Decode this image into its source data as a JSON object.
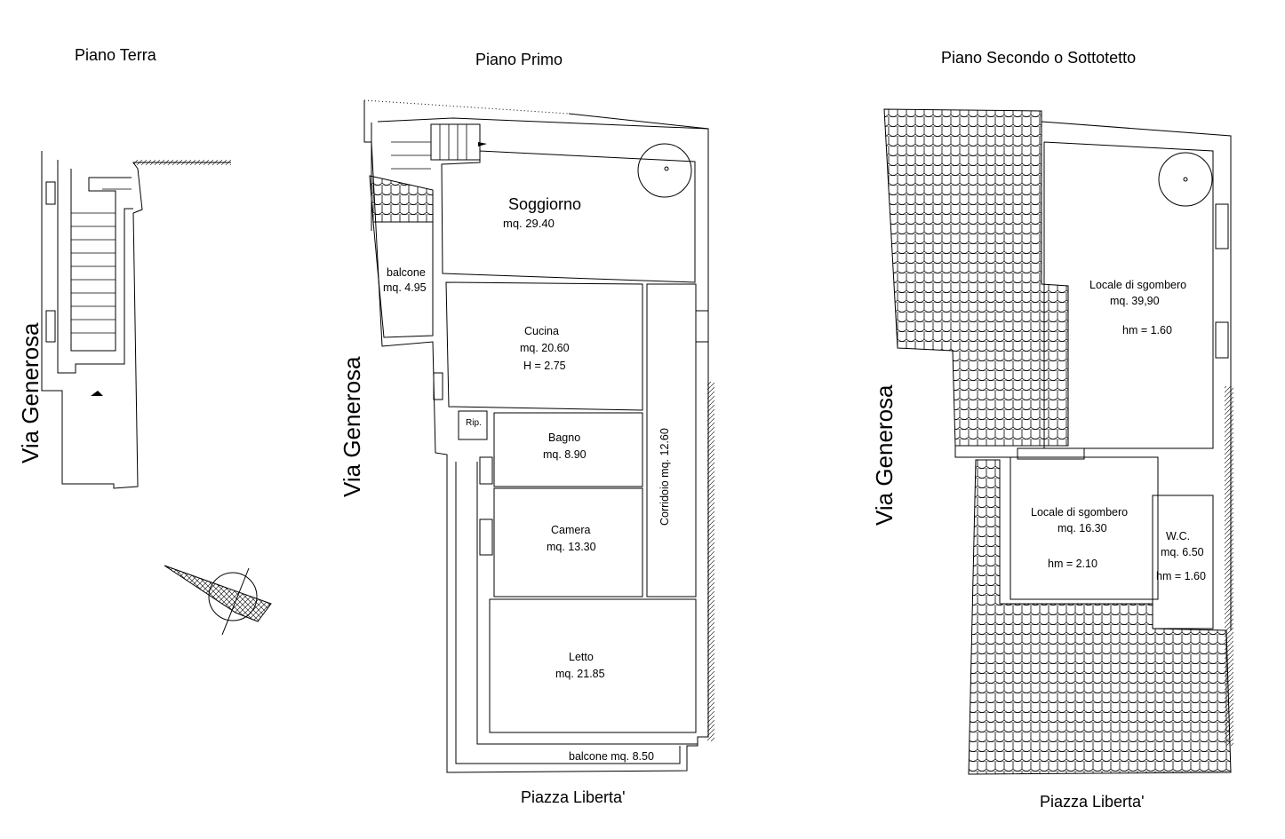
{
  "titles": {
    "ground": "Piano Terra",
    "first": "Piano Primo",
    "second": "Piano Secondo o Sottotetto"
  },
  "streets": {
    "via_ground": "Via Generosa",
    "via_first": "Via Generosa",
    "via_second": "Via Generosa",
    "piazza_first": "Piazza Liberta'",
    "piazza_second": "Piazza Liberta'"
  },
  "first_floor": {
    "soggiorno": {
      "name": "Soggiorno",
      "area": "mq. 29.40"
    },
    "balcone_top": {
      "name": "balcone",
      "area": "mq. 4.95"
    },
    "cucina": {
      "name": "Cucina",
      "area": "mq. 20.60",
      "height": "H = 2.75"
    },
    "rip": {
      "name": "Rip."
    },
    "bagno": {
      "name": "Bagno",
      "area": "mq. 8.90"
    },
    "corridoio": {
      "label": "Corridoio mq. 12.60"
    },
    "camera": {
      "name": "Camera",
      "area": "mq. 13.30"
    },
    "letto": {
      "name": "Letto",
      "area": "mq. 21.85"
    },
    "balcone_bottom": {
      "label": "balcone mq. 8.50"
    }
  },
  "second_floor": {
    "locale_big": {
      "name": "Locale di sgombero",
      "area": "mq. 39,90",
      "height": "hm = 1.60"
    },
    "locale_small": {
      "name": "Locale di sgombero",
      "area": "mq. 16.30",
      "height": "hm = 2.10"
    },
    "wc": {
      "name": "W.C.",
      "area": "mq. 6.50",
      "height": "hm = 1.60"
    }
  }
}
